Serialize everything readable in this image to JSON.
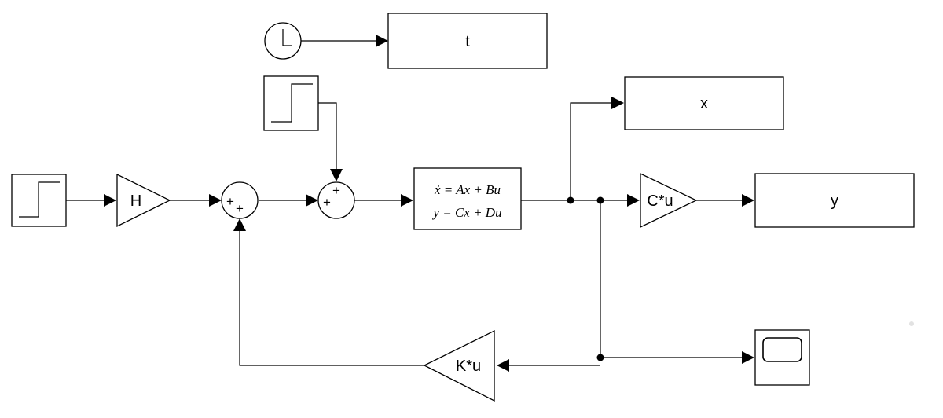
{
  "blocks": {
    "display_t": "t",
    "display_x": "x",
    "display_y": "y",
    "gain_h": "H",
    "gain_c": "C*u",
    "gain_k": "K*u",
    "state_space": {
      "line1": "ẋ = Ax + Bu",
      "line2": "y = Cx + Du"
    },
    "sum1_signs": [
      "+",
      "+"
    ],
    "sum2_signs": [
      "+",
      "+"
    ]
  }
}
